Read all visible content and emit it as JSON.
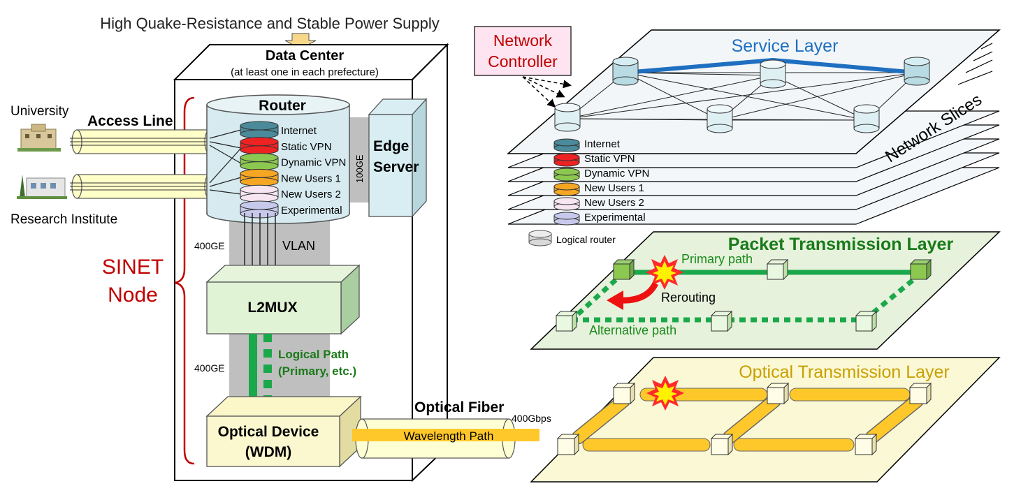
{
  "header": {
    "top_caption": "High Quake-Resistance and Stable Power Supply"
  },
  "data_center": {
    "title": "Data Center",
    "subtitle": "(at least one in each prefecture)"
  },
  "sites": {
    "university": "University",
    "research_institute": "Research Institute",
    "access_line": "Access Line"
  },
  "sinet_node": {
    "line1": "SINET",
    "line2": "Node"
  },
  "router": {
    "title": "Router",
    "slices": [
      {
        "label": "Internet",
        "color": "#4a8a9a"
      },
      {
        "label": "Static VPN",
        "color": "#ee2222"
      },
      {
        "label": "Dynamic VPN",
        "color": "#8cc850"
      },
      {
        "label": "New Users 1",
        "color": "#f5a623"
      },
      {
        "label": "New Users 2",
        "color": "#f7e6f2"
      },
      {
        "label": "Experimental",
        "color": "#c7c9ec"
      }
    ]
  },
  "edge_server": {
    "line1": "Edge",
    "line2": "Server",
    "link_label": "100GE"
  },
  "links": {
    "router_l2mux": "400GE",
    "vlan": "VLAN",
    "l2mux_optical": "400GE",
    "logical_path_line1": "Logical Path",
    "logical_path_line2": "(Primary, etc.)",
    "optical_fiber": "Optical Fiber",
    "wavelength_path": "Wavelength Path",
    "rate": "400Gbps"
  },
  "l2mux": {
    "label": "L2MUX"
  },
  "optical_device": {
    "line1": "Optical Device",
    "line2": "(WDM)"
  },
  "network_controller": {
    "line1": "Network",
    "line2": "Controller"
  },
  "service_layer": {
    "title": "Service Layer",
    "slices_label": "Network Slices",
    "legend": [
      "Internet",
      "Static VPN",
      "Dynamic VPN",
      "New Users 1",
      "New Users 2",
      "Experimental"
    ],
    "logical_router": "Logical router"
  },
  "packet_layer": {
    "title": "Packet Transmission Layer",
    "primary_path": "Primary path",
    "rerouting": "Rerouting",
    "alternative_path": "Alternative path"
  },
  "optical_layer": {
    "title": "Optical Transmission Layer"
  },
  "colors": {
    "sinet_red": "#c00000",
    "service_blue": "#1f6fc0",
    "packet_green": "#1a7a1a",
    "optical_gold": "#c9a000",
    "path_green": "#1aa84a",
    "wavelength_yellow": "#ffc82a"
  }
}
